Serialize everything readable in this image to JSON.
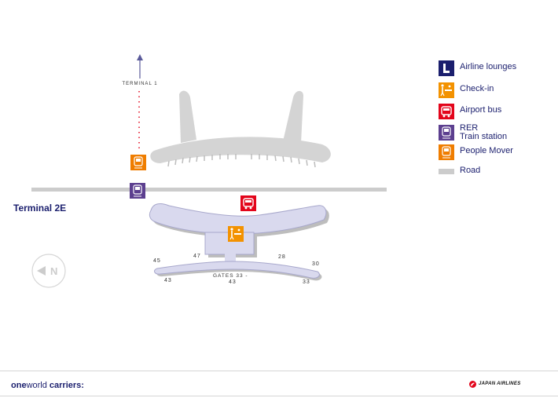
{
  "map": {
    "terminal_label": "Terminal 2E",
    "terminal1_label": "TERMINAL 1",
    "gate_labels": {
      "g45": "45",
      "g47": "47",
      "g28": "28",
      "g30": "30",
      "g43a": "43",
      "gates_range": "GATES 33 -",
      "g43b": "43",
      "g33": "33"
    },
    "compass_label": "N"
  },
  "legend": {
    "items": [
      {
        "label": "Airline lounges",
        "icon": "lounge-icon",
        "color": "#1b1f6e"
      },
      {
        "label": "Check-in",
        "icon": "check-in-icon",
        "color": "#f39200"
      },
      {
        "label": "Airport bus",
        "icon": "bus-icon",
        "color": "#e3051b"
      },
      {
        "label": "RER",
        "label2": "Train station",
        "icon": "train-icon",
        "color": "#5c3f8f"
      },
      {
        "label": "People Mover",
        "icon": "people-mover-icon",
        "color": "#ef7d00"
      },
      {
        "label": "Road",
        "icon": "road-swatch",
        "color": "#cccccc"
      }
    ]
  },
  "footer": {
    "brand_one": "one",
    "brand_world": "world",
    "brand_carriers": " carriers:",
    "airline": "JAPAN AIRLINES"
  },
  "colors": {
    "navy": "#1b1f6e",
    "terminal_fill": "#d9d9ee",
    "building_gray": "#d6d6d6",
    "dots": "#e3051b"
  }
}
